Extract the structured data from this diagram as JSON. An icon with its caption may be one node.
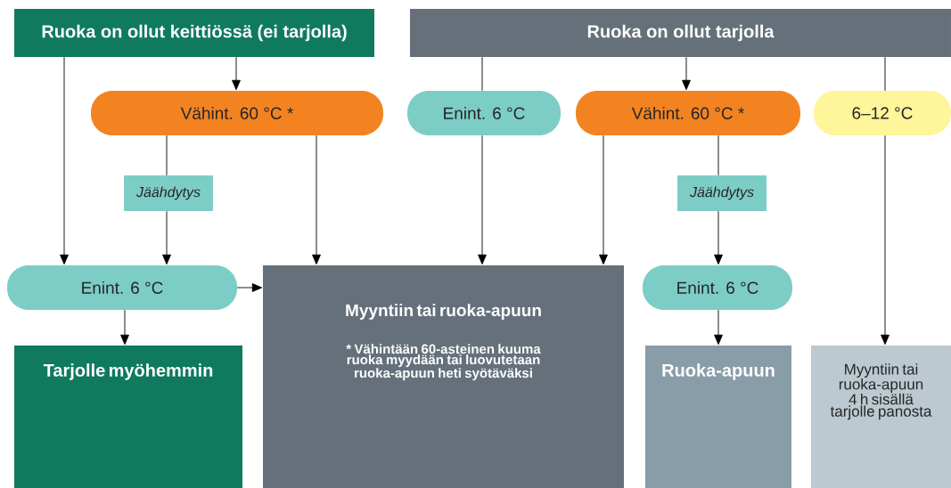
{
  "diagram": {
    "nodes": [
      {
        "text": [
          "Ruoka on ollut keittiössä (ei tarjolla)"
        ]
      },
      {
        "text": [
          "Ruoka on ollut tarjolla"
        ]
      },
      {
        "text": [
          "Vähint. 60 °C *"
        ]
      },
      {
        "text": [
          "Enint. 6 °C"
        ]
      },
      {
        "text": [
          "Vähint. 60 °C *"
        ]
      },
      {
        "text": [
          "6–12 °C"
        ]
      },
      {
        "text": [
          "Jäähdytys"
        ]
      },
      {
        "text": [
          "Jäähdytys"
        ]
      },
      {
        "text": [
          "Enint. 6 °C"
        ]
      },
      {
        "text": [
          "Myyntiin tai ruoka-apuun",
          "* Vähintään 60-asteinen kuuma ruoka myydään tai luovutetaan ruoka-apuun heti syötäväksi"
        ]
      },
      {
        "text": [
          "Enint. 6 °C"
        ]
      },
      {
        "text": [
          "Tarjolle myöhemmin"
        ]
      },
      {
        "text": [
          "Ruoka-apuun"
        ]
      },
      {
        "text": [
          "Myyntiin tai ruoka-apuun 4 h sisällä tarjolle panosta"
        ]
      }
    ],
    "edges": [
      {
        "from": 0,
        "to": 8,
        "arrow": "to"
      },
      {
        "from": 0,
        "to": 2,
        "arrow": "to"
      },
      {
        "from": 2,
        "to": 6,
        "arrow": "none"
      },
      {
        "from": 6,
        "to": 8,
        "arrow": "to"
      },
      {
        "from": 2,
        "to": 9,
        "arrow": "to"
      },
      {
        "from": 1,
        "to": 3,
        "arrow": "none"
      },
      {
        "from": 3,
        "to": 9,
        "arrow": "to"
      },
      {
        "from": 1,
        "to": 4,
        "arrow": "to"
      },
      {
        "from": 4,
        "to": 9,
        "arrow": "to"
      },
      {
        "from": 4,
        "to": 7,
        "arrow": "none"
      },
      {
        "from": 7,
        "to": 10,
        "arrow": "to"
      },
      {
        "from": 1,
        "to": 5,
        "arrow": "none"
      },
      {
        "from": 5,
        "to": 13,
        "arrow": "to"
      },
      {
        "from": 8,
        "to": 9,
        "arrow": "to"
      },
      {
        "from": 8,
        "to": 11,
        "arrow": "to"
      },
      {
        "from": 10,
        "to": 12,
        "arrow": "to"
      }
    ]
  }
}
